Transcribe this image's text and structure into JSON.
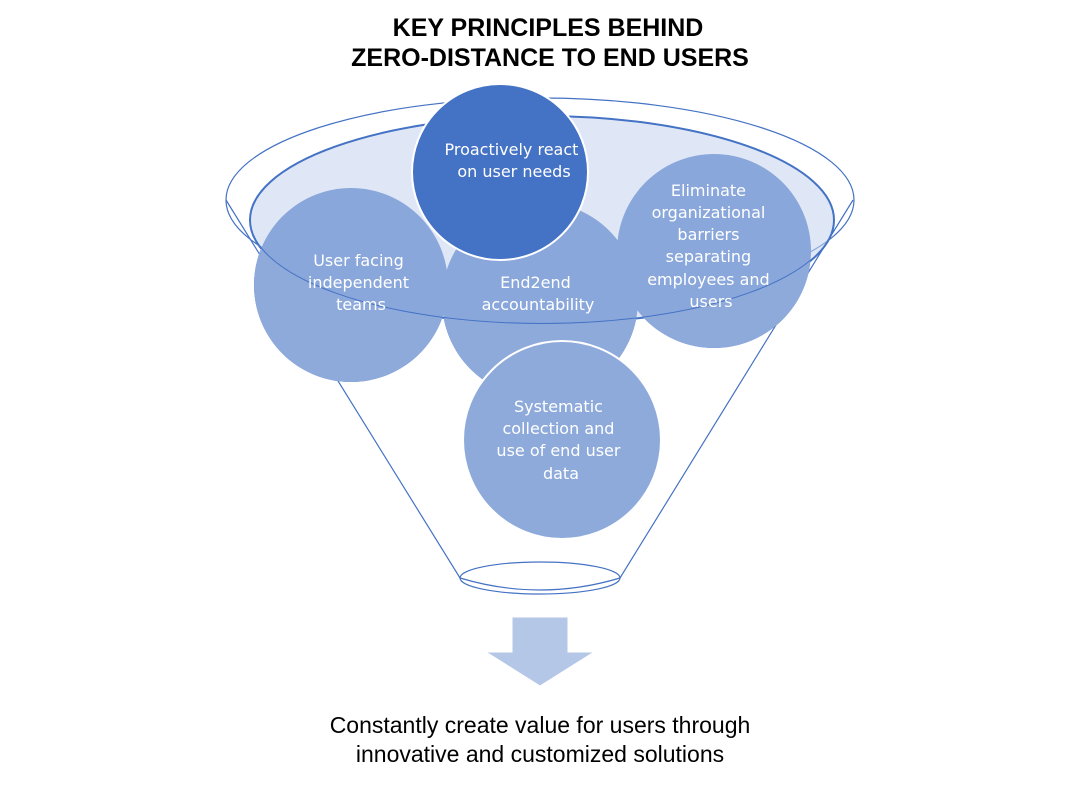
{
  "title": {
    "line1": "KEY PRINCIPLES BEHIND",
    "line2": "ZERO-DISTANCE TO END USERS"
  },
  "principles": {
    "proactive": [
      "Proactively react",
      "on user needs"
    ],
    "user_facing": [
      "User facing",
      "independent",
      "teams"
    ],
    "end2end": [
      "End2end",
      "accountability"
    ],
    "eliminate": [
      "Eliminate",
      "organizational",
      "barriers",
      "separating",
      "employees and",
      "users"
    ],
    "systematic": [
      "Systematic",
      "collection and",
      "use of end user",
      "data"
    ]
  },
  "outcome": {
    "line1": "Constantly create value for users through",
    "line2": "innovative and customized solutions"
  },
  "colors": {
    "dark_blue": "#4472c4",
    "light_blue": "#8eaadb",
    "funnel_stroke": "#4472c4",
    "arrow": "#b4c7e7",
    "text_on_circle": "#ffffff"
  }
}
